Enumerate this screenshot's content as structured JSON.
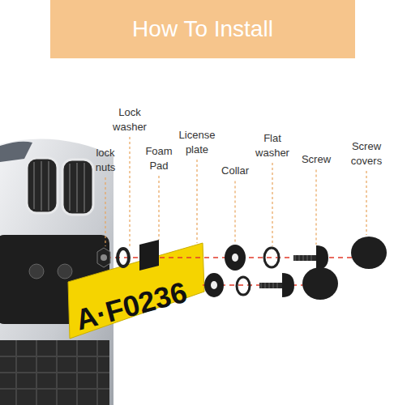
{
  "diagram": {
    "title": "How To Install",
    "labels": [
      "lock nuts",
      "Lock washer",
      "Foam Pad",
      "License plate",
      "Collar",
      "Flat washer",
      "Screw",
      "Screw covers",
      "A·F0236"
    ]
  }
}
